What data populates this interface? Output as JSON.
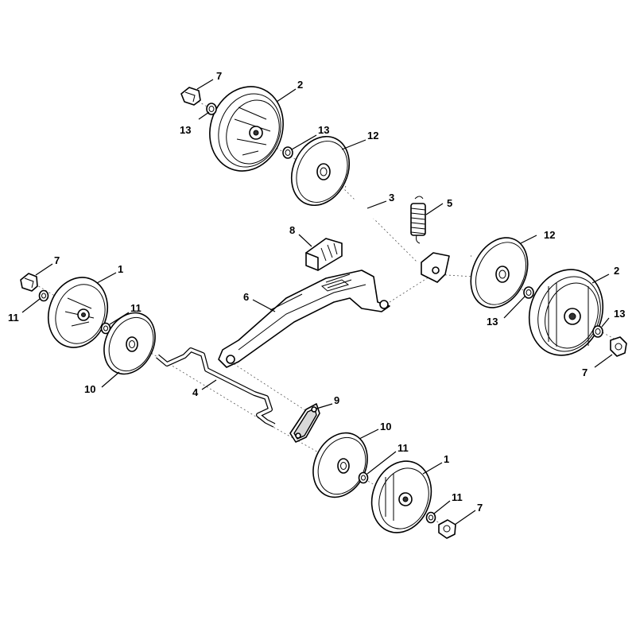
{
  "callouts": {
    "c1a": "1",
    "c1b": "1",
    "c2a": "2",
    "c2b": "2",
    "c3": "3",
    "c4": "4",
    "c5": "5",
    "c6": "6",
    "c7a": "7",
    "c7b": "7",
    "c7c": "7",
    "c7d": "7",
    "c8": "8",
    "c9": "9",
    "c10a": "10",
    "c10b": "10",
    "c11a": "11",
    "c11b": "11",
    "c11c": "11",
    "c11d": "11",
    "c12a": "12",
    "c12b": "12",
    "c13a": "13",
    "c13b": "13",
    "c13c": "13",
    "c13d": "13"
  }
}
